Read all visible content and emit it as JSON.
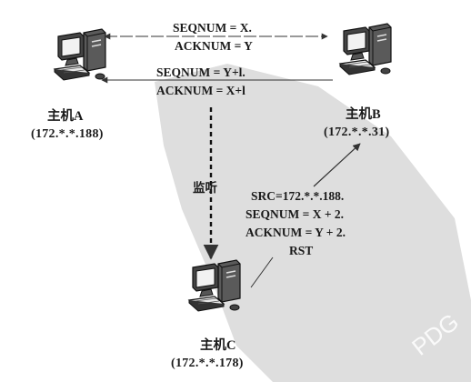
{
  "hosts": {
    "a": {
      "name": "主机A",
      "ip": "(172.*.*.188)"
    },
    "b": {
      "name": "主机B",
      "ip": "(172.*.*.31)"
    },
    "c": {
      "name": "主机C",
      "ip": "(172.*.*.178)"
    }
  },
  "messages": {
    "a_to_b": {
      "line1": "SEQNUM = X.",
      "line2": "ACKNUM = Y"
    },
    "b_to_a": {
      "line1": "SEQNUM = Y+l.",
      "line2": "ACKNUM = X+l"
    },
    "monitor": "监听",
    "spoof": {
      "line1": "SRC=172.*.*.188.",
      "line2": "SEQNUM = X + 2.",
      "line3": "ACKNUM = Y + 2.",
      "line4": "RST"
    }
  },
  "watermark": "PDG"
}
